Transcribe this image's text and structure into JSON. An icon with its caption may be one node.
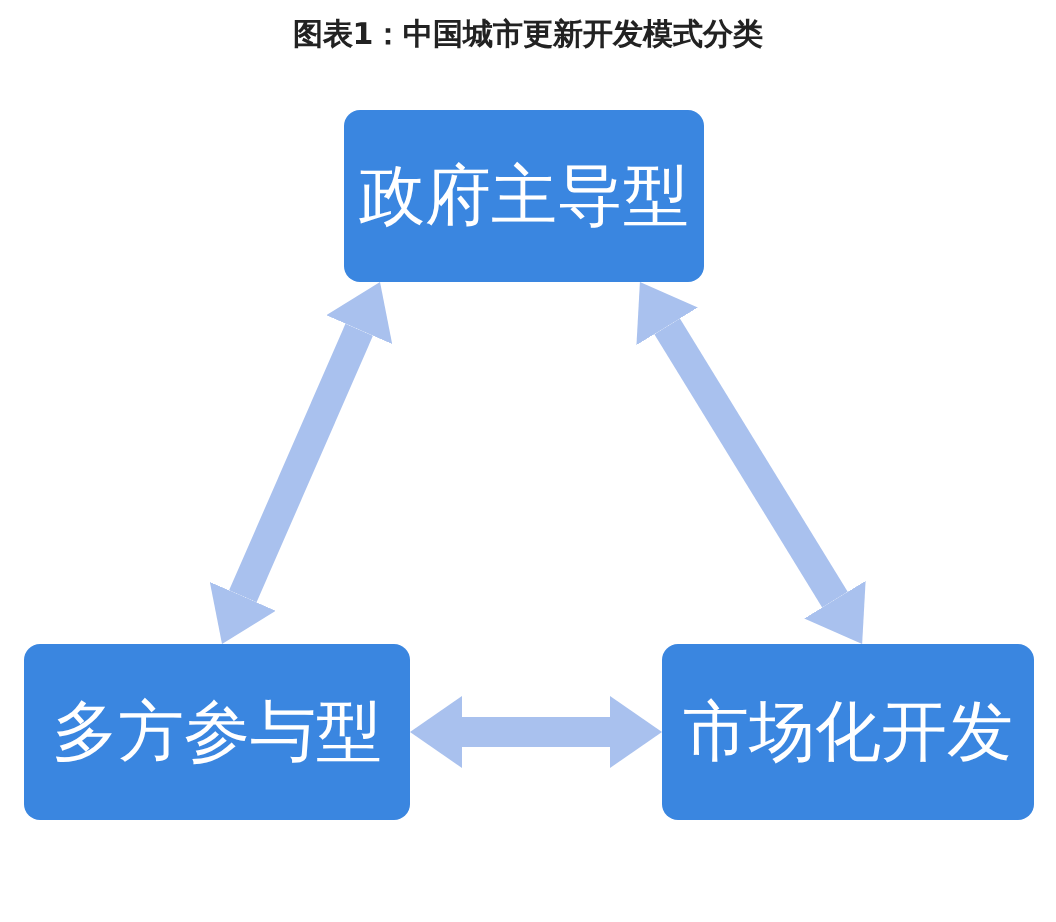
{
  "diagram": {
    "title": "图表1：中国城市更新开发模式分类",
    "nodes": [
      {
        "text": [
          "政府主导型"
        ]
      },
      {
        "text": [
          "多方参与型"
        ]
      },
      {
        "text": [
          "市场化开发"
        ]
      }
    ],
    "edges": [
      {
        "from": 0,
        "to": 1,
        "arrow": "both"
      },
      {
        "from": 0,
        "to": 2,
        "arrow": "both"
      },
      {
        "from": 1,
        "to": 2,
        "arrow": "both"
      }
    ]
  }
}
